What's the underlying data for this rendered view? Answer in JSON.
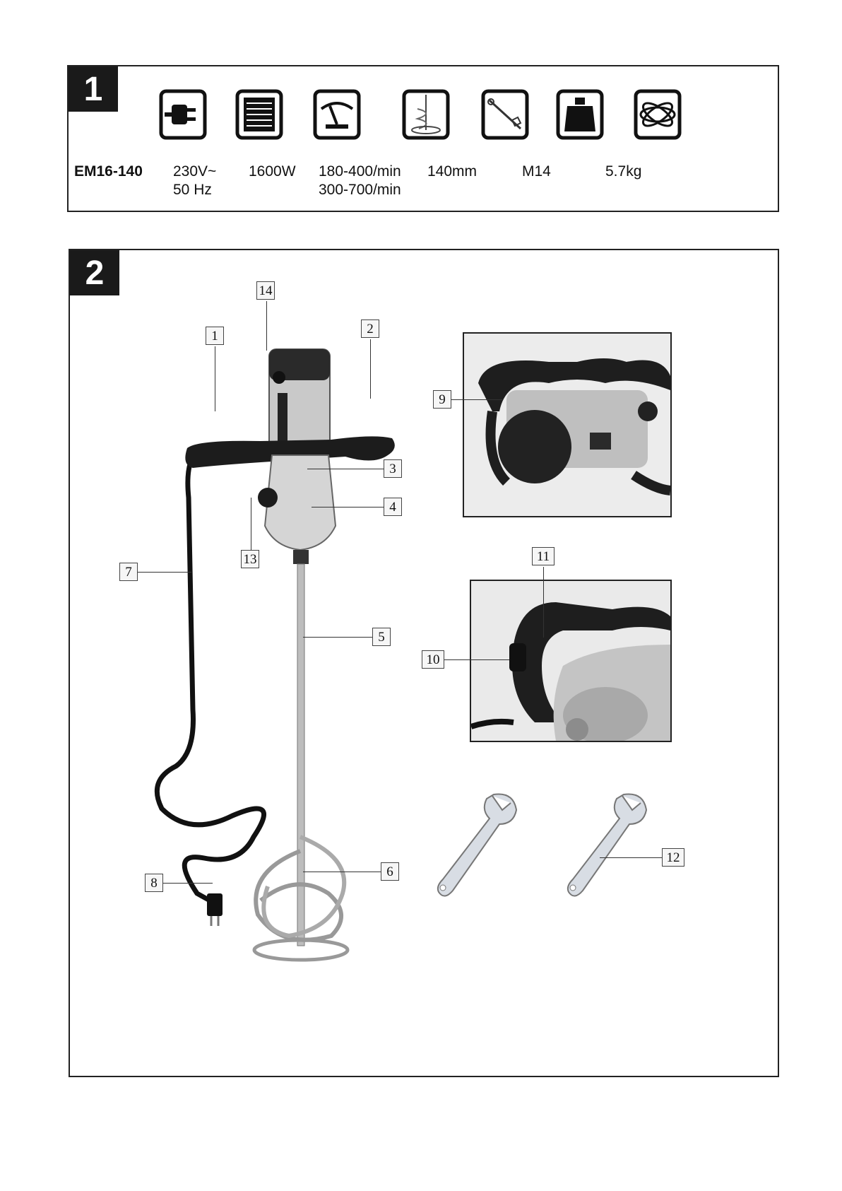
{
  "panel1": {
    "number": "1",
    "model": "EM16-140",
    "specs": [
      {
        "icon": "power-plug-icon",
        "lines": [
          "230V~",
          "50 Hz"
        ]
      },
      {
        "icon": "motor-power-icon",
        "lines": [
          "1600W",
          ""
        ]
      },
      {
        "icon": "speed-gauge-icon",
        "lines": [
          "180-400/min",
          "300-700/min"
        ]
      },
      {
        "icon": "paddle-diameter-icon",
        "lines": [
          "140mm",
          ""
        ]
      },
      {
        "icon": "thread-spindle-icon",
        "lines": [
          "M14",
          ""
        ]
      },
      {
        "icon": "weight-icon",
        "lines": [
          "5.7kg",
          ""
        ]
      },
      {
        "icon": "vibration-icon",
        "lines": [
          "",
          ""
        ]
      }
    ]
  },
  "panel2": {
    "number": "2",
    "callouts": [
      "1",
      "2",
      "3",
      "4",
      "5",
      "6",
      "7",
      "8",
      "9",
      "10",
      "11",
      "12",
      "13",
      "14"
    ]
  }
}
